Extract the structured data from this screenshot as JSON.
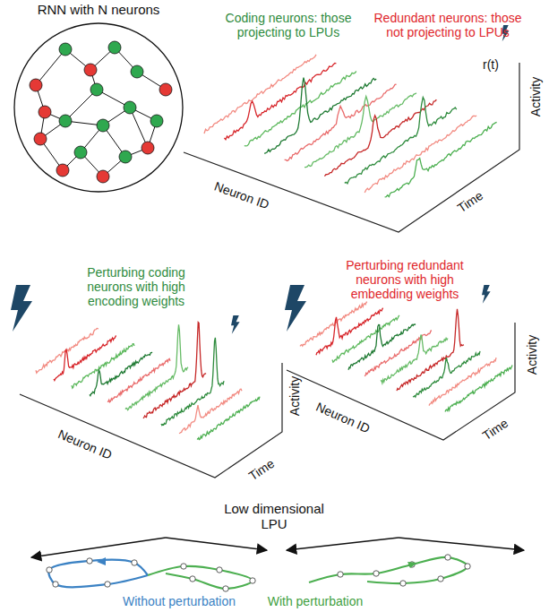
{
  "diagram": {
    "nodes": [
      {
        "text": [
          "RNN with N neurons"
        ]
      }
    ],
    "labels": [
      "Coding neurons: those projecting to LPUs",
      "Redundant neurons: those not projecting to LPUs",
      "r(t)",
      "Activity",
      "Time",
      "Neuron ID",
      "Perturbing coding neurons with high encoding weights",
      "Perturbing redundant neurons with high embedding weights",
      "Activity",
      "Time",
      "Neuron ID",
      "Activity",
      "Time",
      "Neuron ID",
      "Low dimensional LPU",
      "Without perturbation",
      "With perturbation"
    ]
  }
}
